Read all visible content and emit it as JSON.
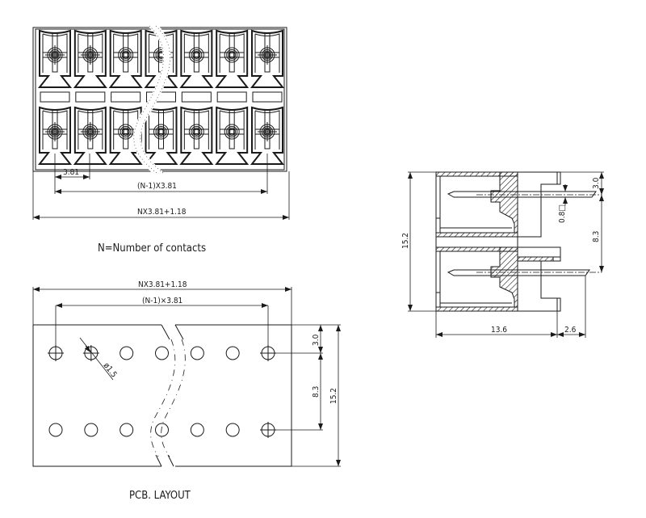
{
  "drawing": {
    "type": "terminal-block-technical-drawing",
    "top_view": {
      "rows": 2,
      "contacts_per_row_shown": 7,
      "dimensions": {
        "pitch": "3.81",
        "pitch_span": "(N-1)X3.81",
        "overall_length": "NX3.81+1.18"
      }
    },
    "note": "N=Number of contacts",
    "side_view": {
      "dimensions": {
        "height": "15.2",
        "top_offset": "3.0",
        "pin_size": "0.8□",
        "row_spacing": "8.3",
        "body_depth": "13.6",
        "pin_protrusion": "2.6"
      }
    },
    "pcb_layout": {
      "title": "PCB. LAYOUT",
      "holes_per_row_shown": 7,
      "rows": 2,
      "dimensions": {
        "overall_length": "NX3.81+1.18",
        "pitch_span": "(N-1)×3.81",
        "hole_diameter": "ø1.5",
        "top_offset": "3.0",
        "row_spacing": "8.3",
        "height": "15.2"
      }
    }
  }
}
